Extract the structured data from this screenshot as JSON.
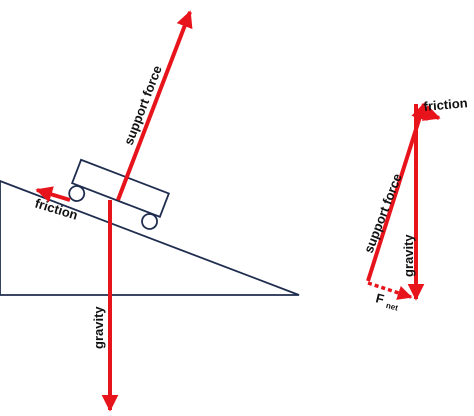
{
  "labels": {
    "support_force": "support force",
    "friction": "friction",
    "gravity": "gravity",
    "net_force_main": "F",
    "net_force_sub": "net"
  },
  "colors": {
    "force": "#e8141b",
    "outline": "#1f2d4f",
    "text": "#111111",
    "background": "#ffffff"
  },
  "icons": {
    "cart": "cart-on-incline",
    "ramp": "inclined-plane"
  }
}
